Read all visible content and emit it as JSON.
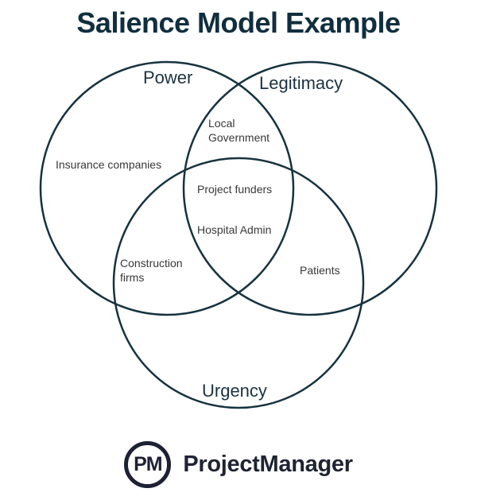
{
  "title": "Salience Model Example",
  "colors": {
    "circle_stroke": "#16323f",
    "title_text": "#112e3e",
    "region_text": "#383838",
    "logo": "#1d2133",
    "background": "#ffffff"
  },
  "venn": {
    "type": "venn-diagram",
    "sets": [
      {
        "label": "Power",
        "position": "top-left"
      },
      {
        "label": "Legitimacy",
        "position": "top-right"
      },
      {
        "label": "Urgency",
        "position": "bottom-center"
      }
    ],
    "regions": [
      {
        "label": "Insurance companies",
        "sets": [
          "Power"
        ]
      },
      {
        "label": "Local Government",
        "sets": [
          "Power",
          "Legitimacy"
        ]
      },
      {
        "label": "Project funders",
        "sets": [
          "Power",
          "Legitimacy",
          "Urgency"
        ]
      },
      {
        "label": "Hospital Admin",
        "sets": [
          "Power",
          "Legitimacy",
          "Urgency"
        ]
      },
      {
        "label": "Construction firms",
        "sets": [
          "Power",
          "Urgency"
        ]
      },
      {
        "label": "Patients",
        "sets": [
          "Legitimacy",
          "Urgency"
        ]
      }
    ]
  },
  "footer": {
    "logo_monogram": "PM",
    "logo_text": "ProjectManager"
  }
}
